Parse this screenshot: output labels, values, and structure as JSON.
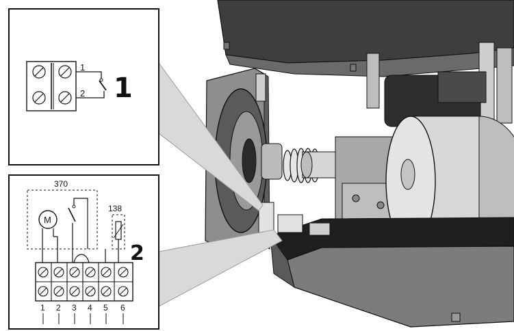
{
  "callouts": {
    "one": "1",
    "two": "2"
  },
  "inset_top": {
    "terminals": [
      "1",
      "2"
    ]
  },
  "inset_bottom": {
    "box_label": "370",
    "sensor_label": "138",
    "motor_label": "M",
    "terminal_numbers": [
      "1",
      "2",
      "3",
      "4",
      "5",
      "6"
    ]
  },
  "colors": {
    "line": "#111111",
    "metal_dark": "#4a4a4a",
    "metal_mid": "#8a8a8a",
    "metal_light": "#d0d0d0",
    "wedge": "#d9d9d9"
  }
}
